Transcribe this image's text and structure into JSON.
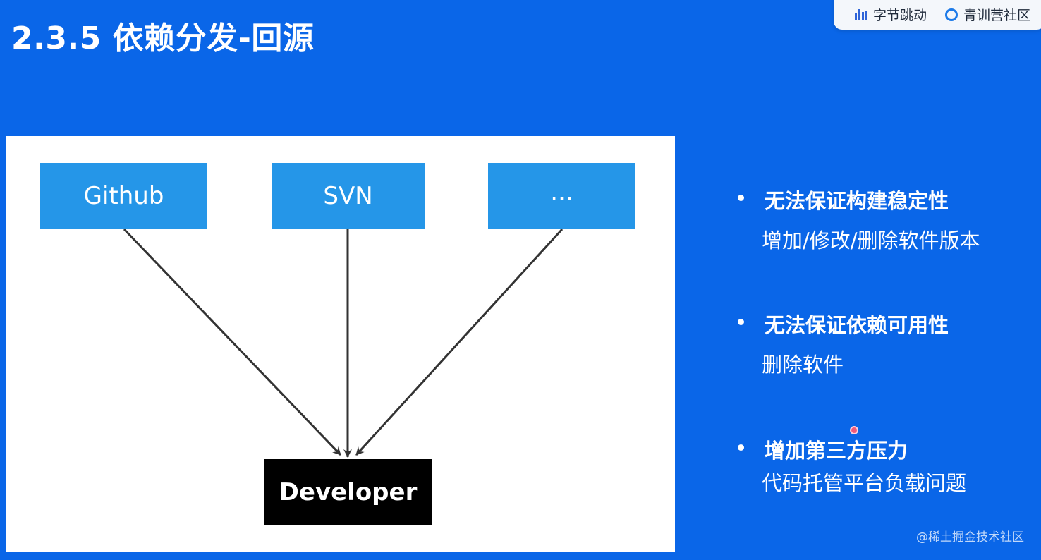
{
  "slide": {
    "title": "2.3.5 依赖分发-回源"
  },
  "brand": {
    "company": "字节跳动",
    "program": "青训营社区"
  },
  "diagram": {
    "sources": [
      {
        "label": "Github"
      },
      {
        "label": "SVN"
      },
      {
        "label": "..."
      }
    ],
    "target": {
      "label": "Developer"
    },
    "colors": {
      "source_fill": "#2596e8",
      "target_fill": "#000000",
      "arrow": "#333333"
    }
  },
  "bullets": [
    {
      "title": "无法保证构建稳定性",
      "detail": "增加/修改/删除软件版本"
    },
    {
      "title": "无法保证依赖可用性",
      "detail": "删除软件"
    },
    {
      "title": "增加第三方压力",
      "detail": "代码托管平台负载问题"
    }
  ],
  "watermark": "@稀土掘金技术社区",
  "theme": {
    "background": "#0a66e8",
    "text": "#ffffff"
  }
}
